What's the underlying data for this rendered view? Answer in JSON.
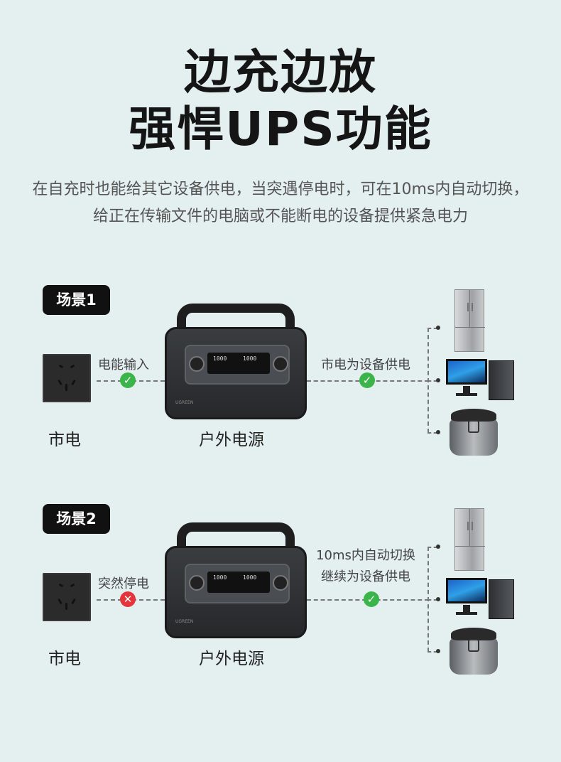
{
  "title": {
    "line1": "边充边放",
    "line2": "强悍UPS功能"
  },
  "description": "在自充时也能给其它设备供电，当突遇停电时，可在10ms内自动切换，给正在传输文件的电脑或不能断电的设备提供紧急电力",
  "scenes": [
    {
      "tag": "场景1",
      "outlet_label": "市电",
      "input_label": "电能输入",
      "input_status": "ok",
      "station_label": "户外电源",
      "output_label_1": "市电为设备供电",
      "output_label_2": "",
      "output_status": "ok"
    },
    {
      "tag": "场景2",
      "outlet_label": "市电",
      "input_label": "突然停电",
      "input_status": "fail",
      "station_label": "户外电源",
      "output_label_1": "10ms内自动切换",
      "output_label_2": "继续为设备供电",
      "output_status": "ok"
    }
  ],
  "station": {
    "brand": "UGREEN",
    "display_left": "1000",
    "display_right": "1000"
  },
  "icons": {
    "ok": "✓",
    "fail": "✕"
  },
  "colors": {
    "background": "#e4efef",
    "ok": "#3bb54a",
    "fail": "#e5343b",
    "tag": "#111111"
  }
}
